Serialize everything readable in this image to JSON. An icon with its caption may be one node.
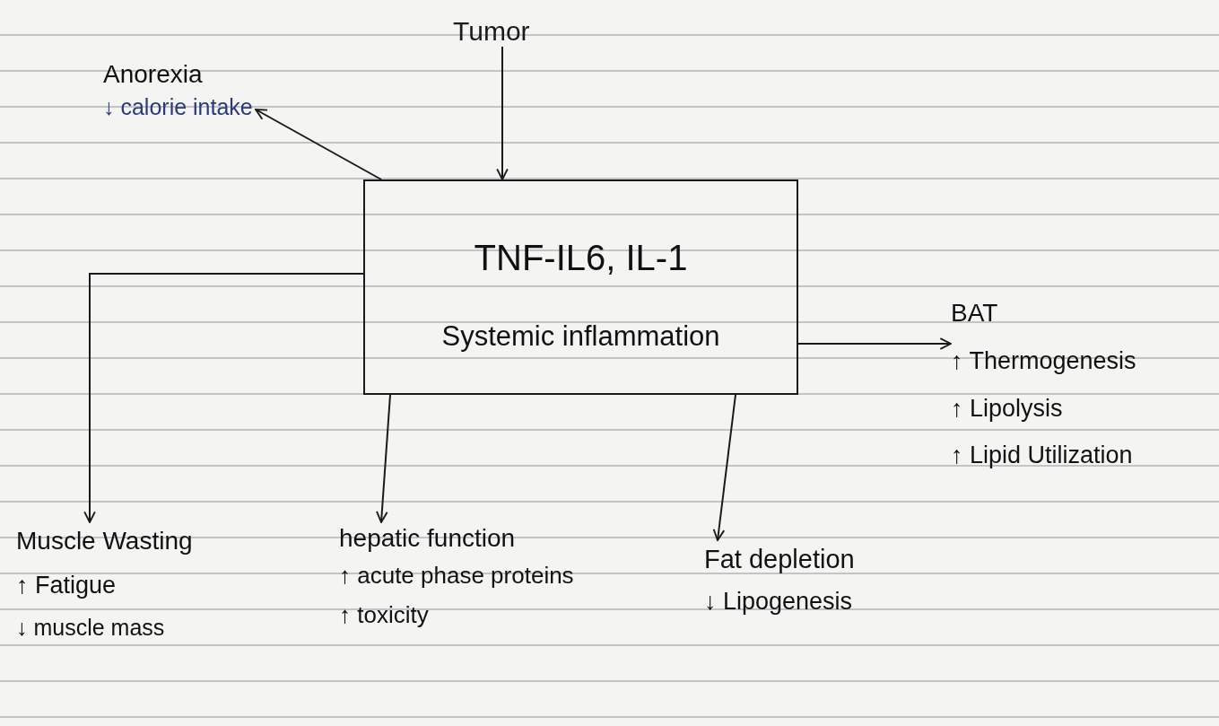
{
  "diagram": {
    "nodes": [
      {
        "text": [
          "Tumor"
        ]
      },
      {
        "text": [
          "TNF-IL6, IL-1",
          "Systemic inflammation"
        ]
      },
      {
        "text": [
          "Anorexia",
          "↓ calorie intake"
        ]
      },
      {
        "text": [
          "BAT",
          "↑ Thermogenesis",
          "↑ Lipolysis",
          "↑ Lipid Utilization"
        ]
      },
      {
        "text": [
          "Muscle Wasting",
          "↑ Fatigue",
          "↓ muscle mass"
        ]
      },
      {
        "text": [
          "hepatic function",
          "↑ acute phase proteins",
          "↑ toxicity"
        ]
      },
      {
        "text": [
          "Fat depletion",
          "↓ Lipogenesis"
        ]
      }
    ],
    "edges": [
      {
        "from": 0,
        "to": 1,
        "arrow": "to"
      },
      {
        "from": 1,
        "to": 2,
        "arrow": "to"
      },
      {
        "from": 1,
        "to": 4,
        "arrow": "to"
      },
      {
        "from": 1,
        "to": 5,
        "arrow": "to"
      },
      {
        "from": 1,
        "to": 6,
        "arrow": "to"
      },
      {
        "from": 1,
        "to": 3,
        "arrow": "to"
      }
    ]
  }
}
